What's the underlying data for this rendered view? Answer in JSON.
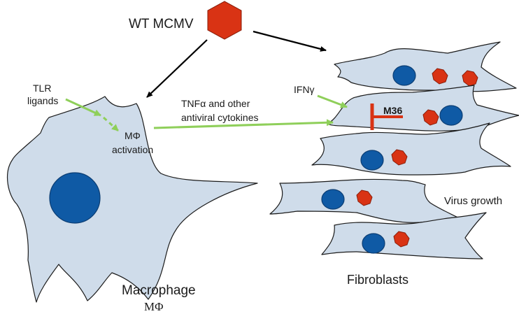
{
  "virus": {
    "label": "WT MCMV"
  },
  "stimuli": {
    "tlr_line1": "TLR",
    "tlr_line2": "ligands",
    "ifn_label": "IFNγ"
  },
  "macrophage": {
    "activation_line1": "MΦ",
    "activation_line2": "activation",
    "name": "Macrophage",
    "abbrev": "MΦ"
  },
  "cytokines": {
    "line1": "TNFα and other",
    "line2": "antiviral cytokines"
  },
  "fibroblasts": {
    "inhibitor_label": "M36",
    "growth_label": "Virus growth",
    "name": "Fibroblasts"
  },
  "colors": {
    "cell_fill": "#cfdcea",
    "nucleus": "#0f5aa5",
    "virion": "#d93314",
    "activation_arrow": "#8fcf5a",
    "inhibition": "#d93314"
  }
}
